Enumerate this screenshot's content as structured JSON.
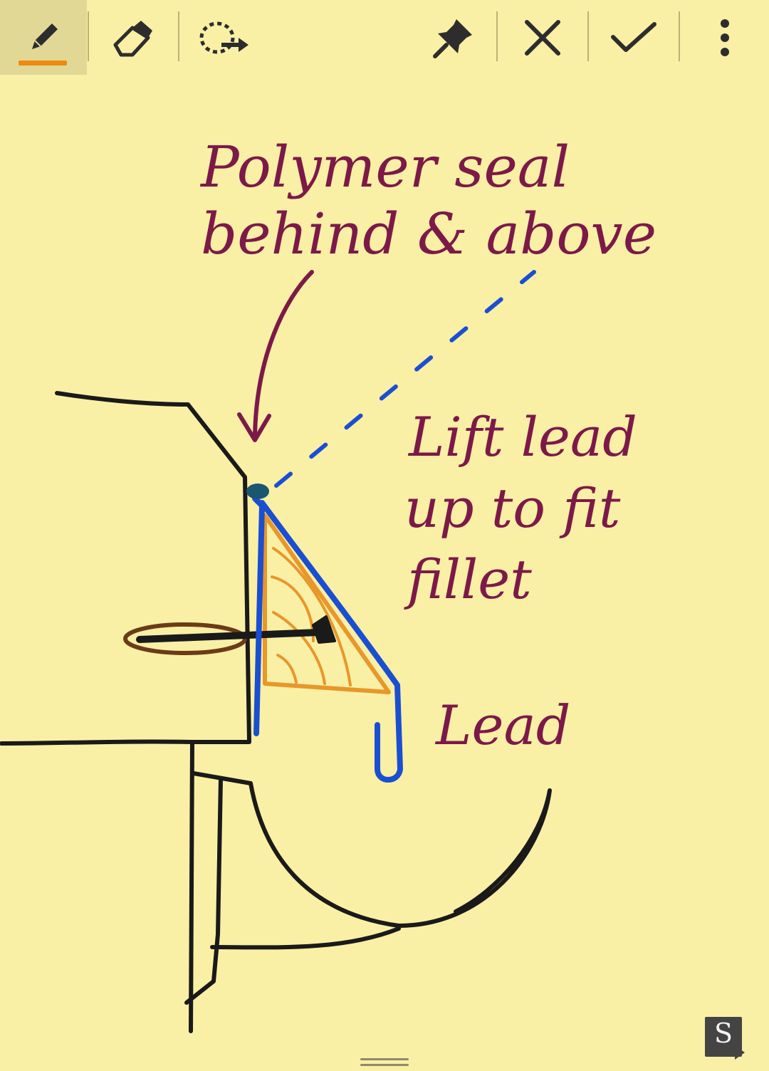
{
  "toolbar": {
    "tools": [
      {
        "name": "pen",
        "icon": "pen-icon",
        "active": true
      },
      {
        "name": "eraser",
        "icon": "eraser-icon",
        "active": false
      },
      {
        "name": "lasso-select",
        "icon": "lasso-select-icon",
        "active": false
      }
    ],
    "actions": [
      {
        "name": "pin",
        "icon": "pin-icon"
      },
      {
        "name": "discard",
        "icon": "close-icon"
      },
      {
        "name": "save",
        "icon": "check-icon"
      },
      {
        "name": "more",
        "icon": "more-vertical-icon"
      }
    ],
    "active_indicator_color": "#ee8a10"
  },
  "note": {
    "background_color": "#f9f0a6",
    "ink_colors": {
      "text": "#7d1948",
      "outline": "#1a1a1a",
      "lead": "#1b4fd1",
      "fillet": "#e8972a",
      "seal": "#1b5670",
      "plug": "#6b3b17"
    },
    "annotations": {
      "seal_line1": "Polymer seal",
      "seal_line2": "behind & above",
      "lift_line1": "Lift lead",
      "lift_line2": "up to fit",
      "lift_line3": "fillet",
      "lead": "Lead"
    }
  },
  "badge": {
    "label": "S",
    "icon": "share-arrow-icon"
  }
}
